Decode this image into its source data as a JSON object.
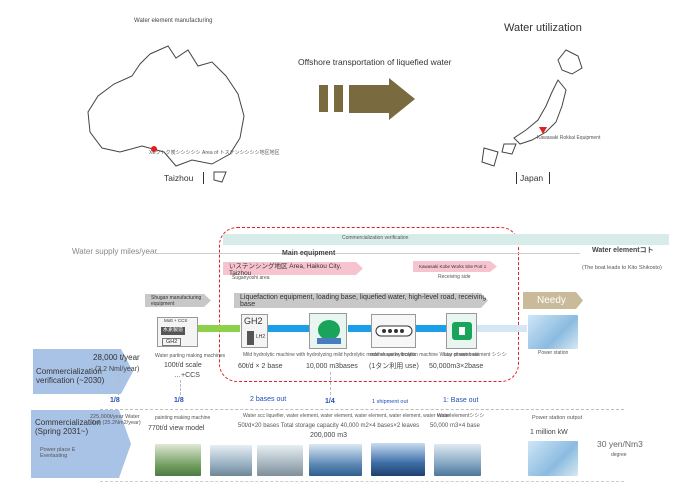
{
  "top": {
    "left_title": "Water element manufacturing",
    "australia_label": "XEクトク炭シシシシシ Area of トステンシシシシ地区地区",
    "taizhou_label": "Taizhou",
    "transport_title": "Offshore transportation of liquefied water",
    "right_title": "Water utilization",
    "kawasaki_label": "Kawasaki Rokkai Equipment",
    "japan_label": "Japan"
  },
  "mid": {
    "supply_label": "Water supply miles/year",
    "commercialization_tag": "Commercialization verification",
    "main_equipment_label": "Main equipment",
    "area_banner": "いステンシング地区 Area, Haikou City, Taizhou",
    "sub_banner": "Suganyoshi area",
    "kobe_banner": "Kawasaki Kobe Works Site Port 1",
    "receiving_banner": "Receiving side",
    "water_element_label": "Water elementコト",
    "boat_note": "(The boat leads to Kito Shikosto)",
    "needy_label": "Needy",
    "shugan_banner": "Shugan manufacturing equipment",
    "liquefaction_banner": "Liquefaction equipment, loading base, liquefied water, high-level road, receiving base",
    "plant_tile_top": "Mott + CCS",
    "plant_tile_mid": "水素製造",
    "plant_tile_bot": "GH2",
    "gh2_label": "GH2",
    "lh2_label": "LH2",
    "power_station_label": "Power station"
  },
  "phase1": {
    "label": "Commercialization verification (~2030)",
    "volume": "28,000 t/year",
    "volume_sub": "(3.2 Nml/year)",
    "making_note": "Water parting making machines",
    "scale": "100t/d scale",
    "ccs": "…+CCS",
    "liq_note": "Mild hydrolytic machine with hydrolyzing mild hydrolytic mode shape hydrolytic",
    "liq_capacity": "60t/d × 2 base",
    "tank_note": "Mild hydrolytic machine",
    "tank_capacity": "10,000 m3bases",
    "ship_note": "mother water location machine Water power boat",
    "ship_capacity": "(1タン利用 use)",
    "receive_note": "buy of water element シシシ",
    "receive_capacity": "50,000m3×2base",
    "ratio_1": "1/8",
    "ratio_2": "1/8",
    "bases_out": "2 bases out",
    "ratio_3": "1/4",
    "shipment_out": "1 shipment out",
    "base_out": "1: Base out"
  },
  "phase2": {
    "label": "Commercialization (Spring 2031~)",
    "power_note": "Power place E Everlasting",
    "volume": "225,000t/year Water (1st) (25.2Nm2/year)",
    "making_note": "painting making machine",
    "scale": "770t/d view model",
    "liq_note": "Water scc liquefier, water element, water element, water element, water element, water vessel",
    "liq_capacity": "50t/d×20 bases Total storage capacity 40,000 m2×4 bases×2 leaves",
    "storage_total": "200,000 m3",
    "receive_note": "Water elementシシシ",
    "receive_capacity": "50,000 m3×4 base",
    "output_note": "Power station output",
    "output_value": "1 million kW",
    "price": "30 yen/Nm3",
    "price_note": "degree"
  },
  "colors": {
    "blue_line": "#1a9fe8",
    "green_line": "#8dd04a",
    "red_dashed": "#e02020",
    "banner_pink": "#f6c3cf",
    "banner_gray": "#c8c8c8",
    "needy_tan": "#c9bb9a",
    "phase_blue": "#a9c3e6"
  }
}
